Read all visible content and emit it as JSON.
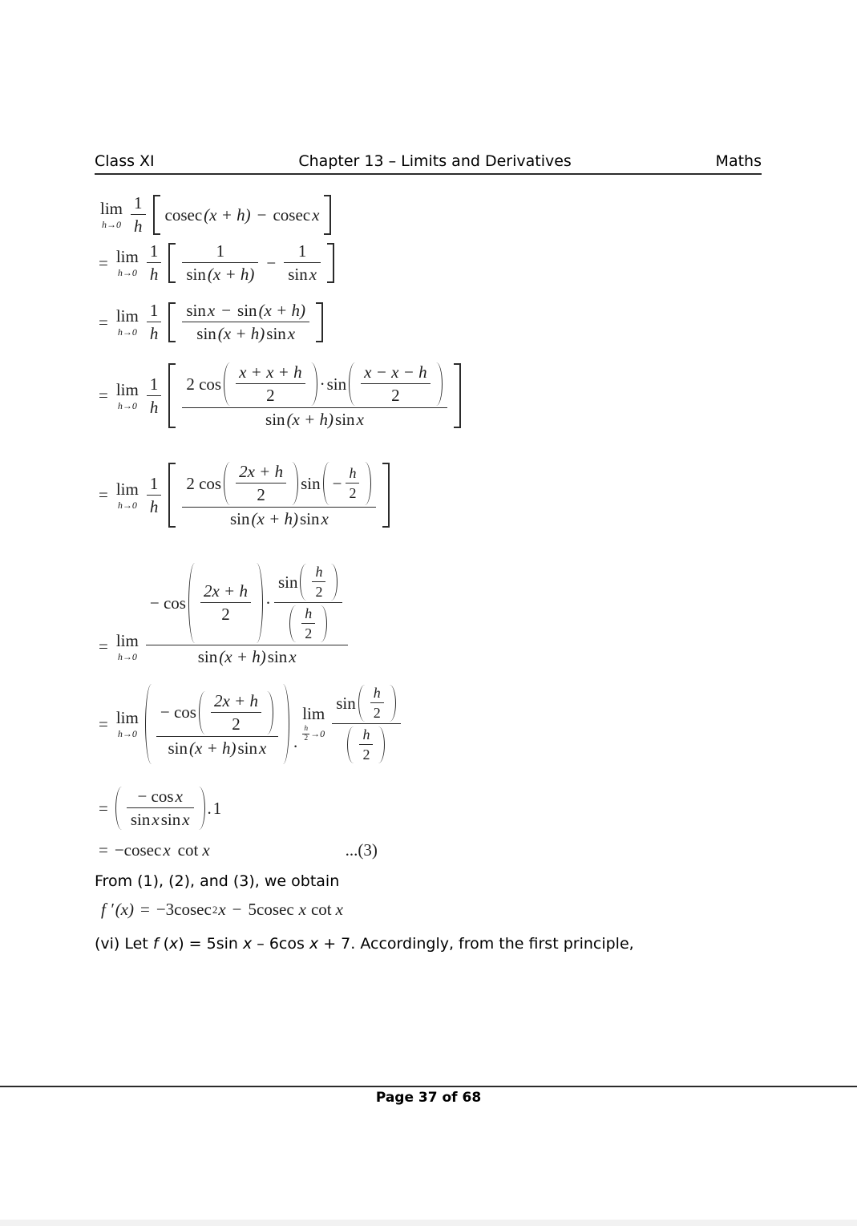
{
  "colors": {
    "ink": "#1d1d1d",
    "rule": "#2b2b2b",
    "page_bg": "#ffffff"
  },
  "header": {
    "left": "Class XI",
    "center": "Chapter 13 – Limits and Derivatives",
    "right": "Maths"
  },
  "equations": {
    "eq1": {
      "lim": "lim",
      "limsub": "h→0",
      "num": "1",
      "den": "h",
      "f1": "cosec",
      "v1": "(x + h)",
      "m": "−",
      "f2": "cosec",
      "v2": "x"
    },
    "eq2": {
      "eq": "=",
      "lim": "lim",
      "limsub": "h→0",
      "num": "1",
      "den": "h",
      "f1n": "1",
      "f1df": "sin",
      "f1dv": "(x + h)",
      "m": "−",
      "f2n": "1",
      "f2df": "sin",
      "f2dv": "x"
    },
    "eq3": {
      "eq": "=",
      "lim": "lim",
      "limsub": "h→0",
      "num": "1",
      "den": "h",
      "n1": "sin",
      "n2": "x",
      "n3": "−",
      "n4": "sin",
      "n5": "(x + h)",
      "d1": "sin",
      "d2": "(x + h)",
      "d3": "sin",
      "d4": "x"
    },
    "eq4": {
      "eq": "=",
      "lim": "lim",
      "limsub": "h→0",
      "num": "1",
      "den": "h",
      "c1": "2 cos",
      "f1n": "x + x + h",
      "f1d": "2",
      "dot": "·",
      "s1": "sin",
      "f2n": "x − x − h",
      "f2d": "2",
      "d1": "sin",
      "d2": "(x + h)",
      "d3": "sin",
      "d4": "x"
    },
    "eq5": {
      "eq": "=",
      "lim": "lim",
      "limsub": "h→0",
      "num": "1",
      "den": "h",
      "c1": "2 cos",
      "f1n": "2x + h",
      "f1d": "2",
      "s1": "sin",
      "neg": "−",
      "f2n": "h",
      "f2d": "2",
      "d1": "sin",
      "d2": "(x + h)",
      "d3": "sin",
      "d4": "x"
    },
    "eq6": {
      "eq": "=",
      "lim": "lim",
      "limsub": "h→0",
      "c1": "− cos",
      "f1n": "2x + h",
      "f1d": "2",
      "dot": "·",
      "s1": "sin",
      "f2n": "h",
      "f2d": "2",
      "f3n": "h",
      "f3d": "2",
      "d1": "sin",
      "d2": "(x + h)",
      "d3": "sin",
      "d4": "x"
    },
    "eq7": {
      "eq": "=",
      "lim": "lim",
      "limsub": "h→0",
      "c1": "− cos",
      "f1n": "2x + h",
      "f1d": "2",
      "d1": "sin",
      "d2": "(x + h)",
      "d3": "sin",
      "d4": "x",
      "dot": ".",
      "lim2": "lim",
      "l2n": "h",
      "l2d": "2",
      "l2a": "→0",
      "s1": "sin",
      "f2n": "h",
      "f2d": "2",
      "f3n": "h",
      "f3d": "2"
    },
    "eq8": {
      "eq": "=",
      "n1": "− cos",
      "n2": "x",
      "d1": "sin",
      "d2": "x",
      "d3": "sin",
      "d4": "x",
      "dot": ".",
      "one": "1"
    },
    "eq9": {
      "eq": "=",
      "t1": "−cosec",
      "t2": "x",
      "t3": "cot",
      "t4": "x",
      "tag": "...(3)"
    }
  },
  "result": {
    "t1": "f ′",
    "t2": "(x)",
    "t3": "=",
    "t4": "−3cosec",
    "sup": "2",
    "t5": "x",
    "t6": "−",
    "t7": "5cosec",
    "t8": "x",
    "t9": "cot",
    "t10": "x"
  },
  "text": {
    "obtain": "From (1), (2), and (3), we obtain",
    "vi1": "(vi) Let ",
    "vi_f": "f",
    "vi2": " (",
    "vi_x1": "x",
    "vi3": ") = 5sin ",
    "vi_x2": "x",
    "vi4": " – 6cos ",
    "vi_x3": "x",
    "vi5": " + 7. Accordingly, from the first principle,"
  },
  "footer": {
    "page_label": "Page 37 of 68"
  }
}
